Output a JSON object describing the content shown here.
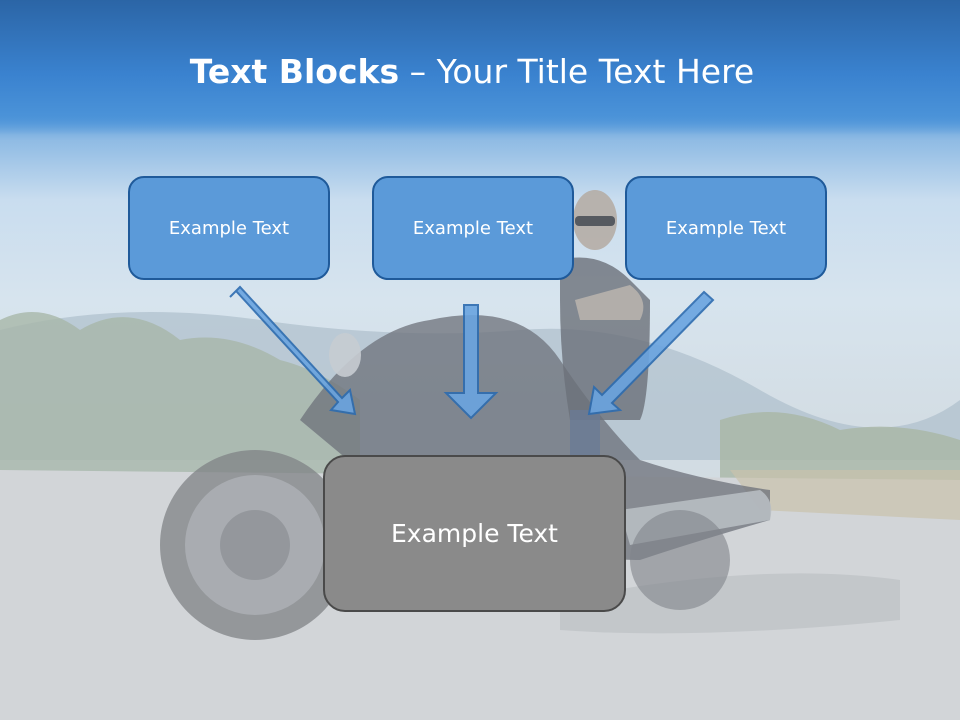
{
  "title": {
    "bold": "Text Blocks",
    "separator": " – ",
    "rest": "Your Title Text Here"
  },
  "boxes": {
    "left": "Example Text",
    "middle": "Example Text",
    "right": "Example Text",
    "center": "Example Text"
  },
  "colors": {
    "title_bar": "#3a82cf",
    "top_box_fill": "#5b9ad9",
    "top_box_border": "#1f5a9a",
    "center_box_fill": "#8a8a8a",
    "arrow_fill": "#6aa4e0"
  },
  "background_image": "faded photo of a biker on a motorcycle on a road"
}
